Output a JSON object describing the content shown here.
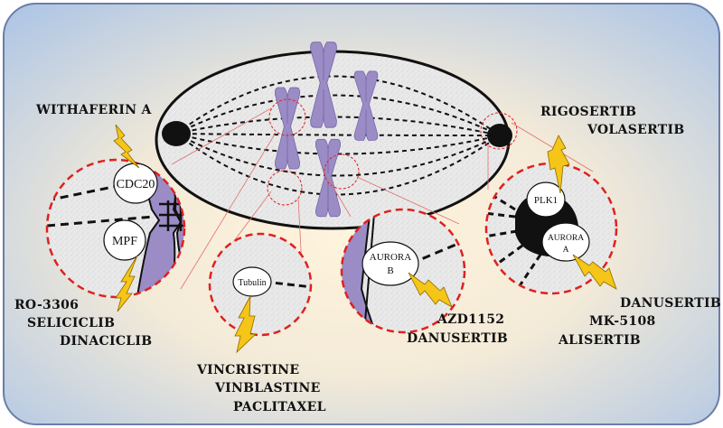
{
  "colors": {
    "cell_center": "#fbefd6",
    "cell_edge": "#a9c3e6",
    "chromosome": "#9b8cc6",
    "bolt": "#f5c518",
    "circle_border": "#e02020"
  },
  "proteins": {
    "cdc20": "CDC20",
    "mpf": "MPF",
    "tubulin": "Tubulin",
    "aurora_b_line1": "AURORA",
    "aurora_b_line2": "B",
    "plk1": "PLK1",
    "aurora_a_line1": "AURORA",
    "aurora_a_line2": "A"
  },
  "drugs": {
    "withaferin": "WITHAFERIN A",
    "rigosertib": "RIGOSERTIB",
    "volasertib": "VOLASERTIB",
    "ro3306": "RO-3306",
    "seliciclib": "SELICICLIB",
    "dinaciclib": "DINACICLIB",
    "vincristine": "VINCRISTINE",
    "vinblastine": "VINBLASTINE",
    "paclitaxel": "PACLITAXEL",
    "azd1152": "AZD1152",
    "danusertib_b": "DANUSERTIB",
    "danusertib_a": "DANUSERTIB",
    "mk5108": "MK-5108",
    "alisertib": "ALISERTIB"
  }
}
